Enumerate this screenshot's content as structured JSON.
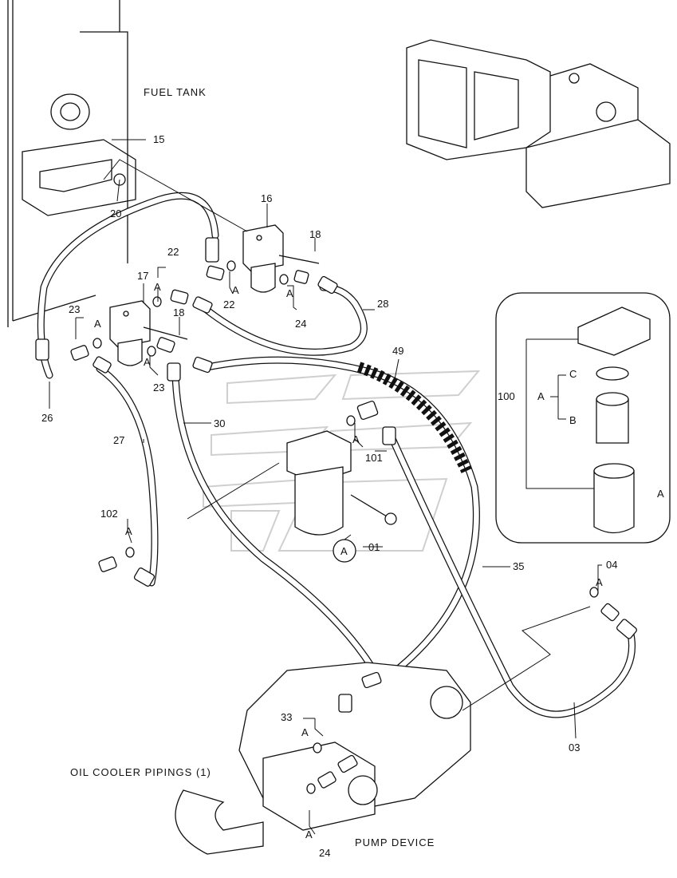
{
  "labels": {
    "fuel_tank": "FUEL TANK",
    "oil_cooler": "OIL COOLER PIPINGS (1)",
    "pump_device": "PUMP DEVICE"
  },
  "callouts": {
    "p15": "15",
    "p16": "16",
    "p17": "17",
    "p18a": "18",
    "p18b": "18",
    "p20": "20",
    "p22a": "22",
    "p22b": "22",
    "p23a": "23",
    "p23b": "23",
    "p24a": "24",
    "p24b": "24",
    "p26": "26",
    "p27": "27",
    "p28": "28",
    "p30": "30",
    "p33": "33",
    "p35": "35",
    "p49": "49",
    "p01": "01",
    "p03": "03",
    "p04": "04",
    "p100": "100",
    "p101": "101",
    "p102": "102"
  },
  "letters": {
    "a_22a": "A",
    "a_22b": "A",
    "a_23a": "A",
    "a_23b": "A",
    "a_24a": "A",
    "a_24b": "A",
    "a_101": "A",
    "a_102": "A",
    "a_33": "A",
    "a_04": "A",
    "a_100": "A",
    "a_right": "A",
    "circle_a": "A",
    "b_label": "B",
    "c_label": "C"
  }
}
